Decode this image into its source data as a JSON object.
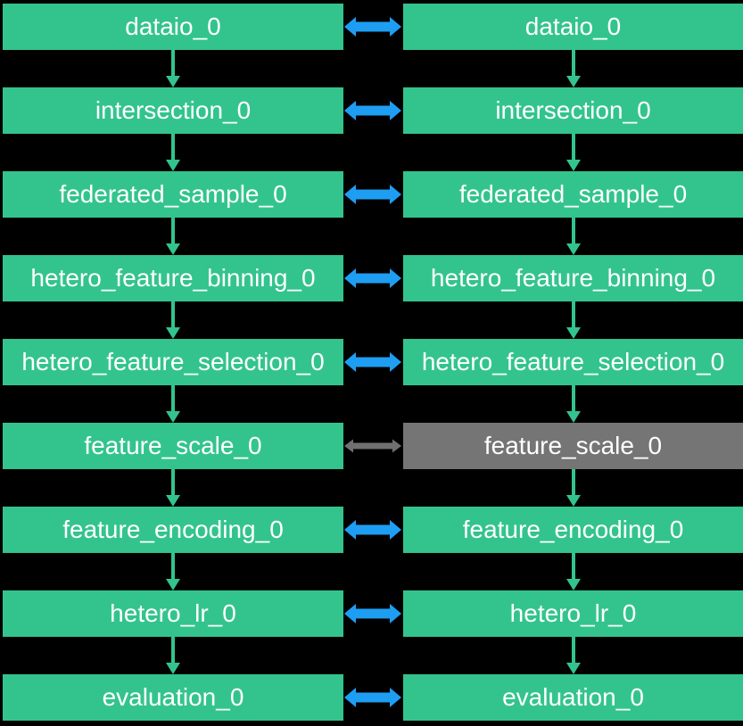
{
  "colors": {
    "background": "#000000",
    "node_active": "#33C48D",
    "node_disabled": "#757575",
    "flow_arrow": "#33C48D",
    "sync_active": "#1E9EF2",
    "sync_disabled": "#707070",
    "text": "#FFFFFF"
  },
  "rows": [
    {
      "left": {
        "label": "dataio_0",
        "variant": "active"
      },
      "connector": {
        "variant": "active"
      },
      "right": {
        "label": "dataio_0",
        "variant": "active"
      }
    },
    {
      "left": {
        "label": "intersection_0",
        "variant": "active"
      },
      "connector": {
        "variant": "active"
      },
      "right": {
        "label": "intersection_0",
        "variant": "active"
      }
    },
    {
      "left": {
        "label": "federated_sample_0",
        "variant": "active"
      },
      "connector": {
        "variant": "active"
      },
      "right": {
        "label": "federated_sample_0",
        "variant": "active"
      }
    },
    {
      "left": {
        "label": "hetero_feature_binning_0",
        "variant": "active"
      },
      "connector": {
        "variant": "active"
      },
      "right": {
        "label": "hetero_feature_binning_0",
        "variant": "active"
      }
    },
    {
      "left": {
        "label": "hetero_feature_selection_0",
        "variant": "active"
      },
      "connector": {
        "variant": "active"
      },
      "right": {
        "label": "hetero_feature_selection_0",
        "variant": "active"
      }
    },
    {
      "left": {
        "label": "feature_scale_0",
        "variant": "active"
      },
      "connector": {
        "variant": "disabled"
      },
      "right": {
        "label": "feature_scale_0",
        "variant": "disabled"
      }
    },
    {
      "left": {
        "label": "feature_encoding_0",
        "variant": "active"
      },
      "connector": {
        "variant": "active"
      },
      "right": {
        "label": "feature_encoding_0",
        "variant": "active"
      }
    },
    {
      "left": {
        "label": "hetero_lr_0",
        "variant": "active"
      },
      "connector": {
        "variant": "active"
      },
      "right": {
        "label": "hetero_lr_0",
        "variant": "active"
      }
    },
    {
      "left": {
        "label": "evaluation_0",
        "variant": "active"
      },
      "connector": {
        "variant": "active"
      },
      "right": {
        "label": "evaluation_0",
        "variant": "active"
      }
    }
  ]
}
